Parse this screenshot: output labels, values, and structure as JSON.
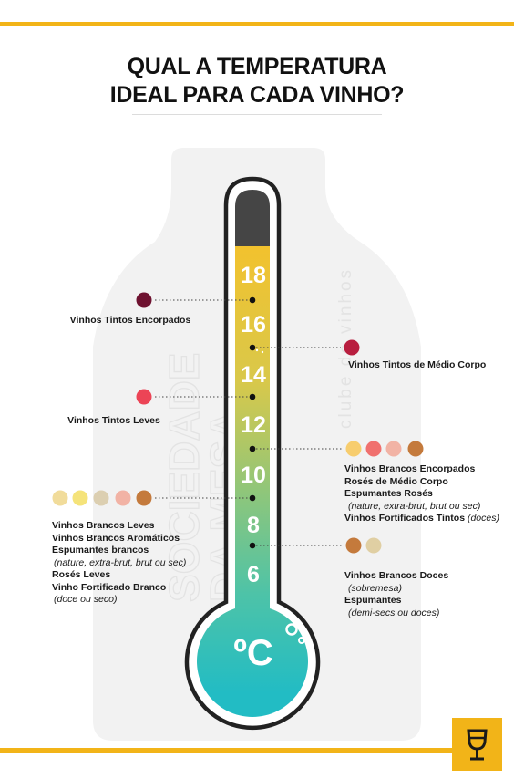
{
  "title": {
    "line1": "QUAL A TEMPERATURA",
    "line2": "IDEAL PARA CADA VINHO?"
  },
  "watermark": {
    "line1": "SOCIEDADE",
    "line2": "DA MESA",
    "line3": "clube de vinhos"
  },
  "scale": {
    "unit": "ºC",
    "ticks": [
      "18",
      "16",
      "14",
      "12",
      "10",
      "8",
      "6"
    ]
  },
  "colors": {
    "accent": "#f2b418",
    "tube_top": "#454545",
    "tube_warm": "#f2c22e",
    "tube_cool": "#28bfc2",
    "wine_dark_red": "#6e1230",
    "wine_medium_red": "#b81e3f",
    "wine_light_red": "#ec4456"
  },
  "groups": [
    {
      "id": "tintos-encorpados",
      "dots": [
        "#6e1230"
      ],
      "lines": [
        {
          "text": "Vinhos Tintos Encorpados",
          "style": "bold"
        }
      ]
    },
    {
      "id": "tintos-medio-corpo",
      "dots": [
        "#b81e3f"
      ],
      "lines": [
        {
          "text": "Vinhos Tintos de Médio Corpo",
          "style": "bold"
        }
      ]
    },
    {
      "id": "tintos-leves",
      "dots": [
        "#ec4456"
      ],
      "lines": [
        {
          "text": "Vinhos Tintos Leves",
          "style": "bold"
        }
      ]
    },
    {
      "id": "brancos-encorpados",
      "dots": [
        "#f7cd6e",
        "#f0706e",
        "#f2b3a5",
        "#c47a3c"
      ],
      "lines": [
        {
          "text": "Vinhos Brancos Encorpados",
          "style": "bold"
        },
        {
          "text": "Rosés de Médio Corpo",
          "style": "bold"
        },
        {
          "text": "Espumantes Rosés",
          "style": "bold"
        },
        {
          "text": "(nature, extra-brut, brut ou sec)",
          "style": "italic"
        },
        {
          "text": "Vinhos Fortificados Tintos",
          "style": "bold",
          "suffix": "(doces)"
        }
      ]
    },
    {
      "id": "brancos-leves",
      "dots": [
        "#f1dc9b",
        "#f5e37a",
        "#dccfb1",
        "#f2b3a5",
        "#c47a3c"
      ],
      "lines": [
        {
          "text": "Vinhos Brancos Leves",
          "style": "bold"
        },
        {
          "text": "Vinhos Brancos Aromáticos",
          "style": "bold"
        },
        {
          "text": "Espumantes brancos",
          "style": "bold"
        },
        {
          "text": "(nature, extra-brut, brut ou sec)",
          "style": "italic"
        },
        {
          "text": "Rosés Leves",
          "style": "bold"
        },
        {
          "text": "Vinho Fortificado Branco",
          "style": "bold"
        },
        {
          "text": "(doce ou seco)",
          "style": "italic"
        }
      ]
    },
    {
      "id": "brancos-doces",
      "dots": [
        "#c47a3c",
        "#e0cfa3"
      ],
      "lines": [
        {
          "text": "Vinhos Brancos Doces",
          "style": "bold"
        },
        {
          "text": "(sobremesa)",
          "style": "italic"
        },
        {
          "text": "Espumantes",
          "style": "bold"
        },
        {
          "text": "(demi-secs ou doces)",
          "style": "italic"
        }
      ]
    }
  ],
  "icons": {
    "corner": "wine-glass-icon"
  }
}
